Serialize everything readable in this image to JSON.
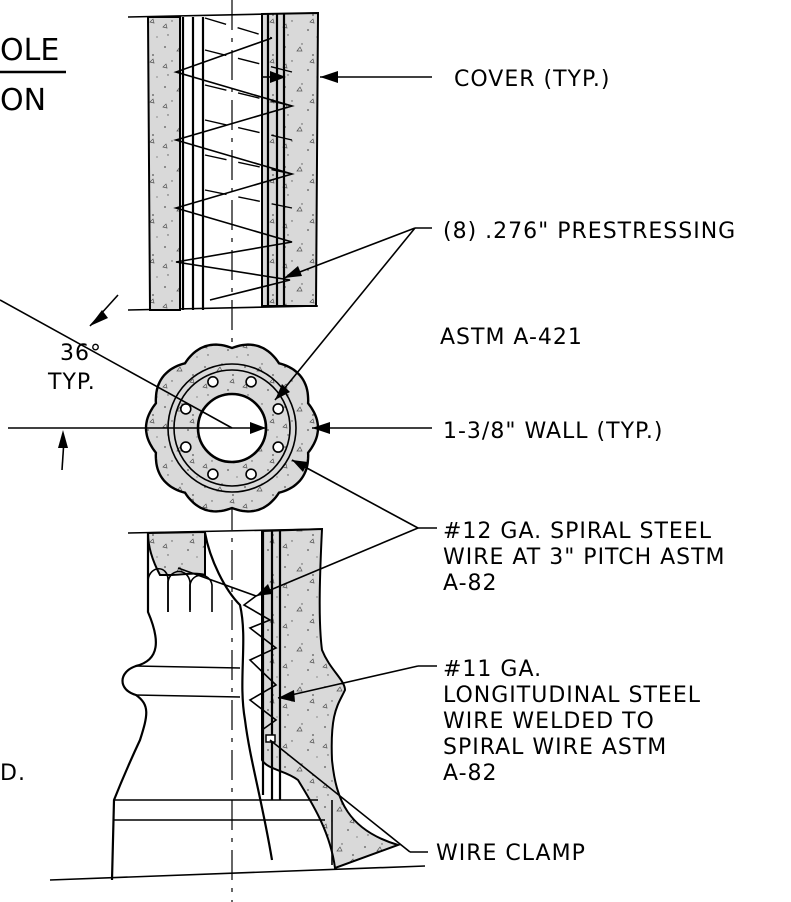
{
  "title": {
    "line1": "OLE",
    "line2": "ON"
  },
  "callouts": {
    "cover": "COVER (TYP.)",
    "prestress": "(8) .276\" PRESTRESSING",
    "astm421": "ASTM A-421",
    "wall": "1-3/8\" WALL (TYP.)",
    "spiral": [
      "#12 GA. SPIRAL STEEL",
      "WIRE AT 3\" PITCH ASTM",
      "A-82"
    ],
    "longitudinal": [
      "#11 GA.",
      "LONGITUDINAL STEEL",
      "WIRE WELDED TO",
      "SPIRAL WIRE  ASTM",
      "A-82"
    ],
    "clamp": "WIRE CLAMP",
    "angle": [
      "36°",
      "TYP."
    ],
    "edge": "D."
  },
  "colors": {
    "concrete": "#d9d9d9",
    "line": "#000000",
    "background": "#ffffff"
  }
}
